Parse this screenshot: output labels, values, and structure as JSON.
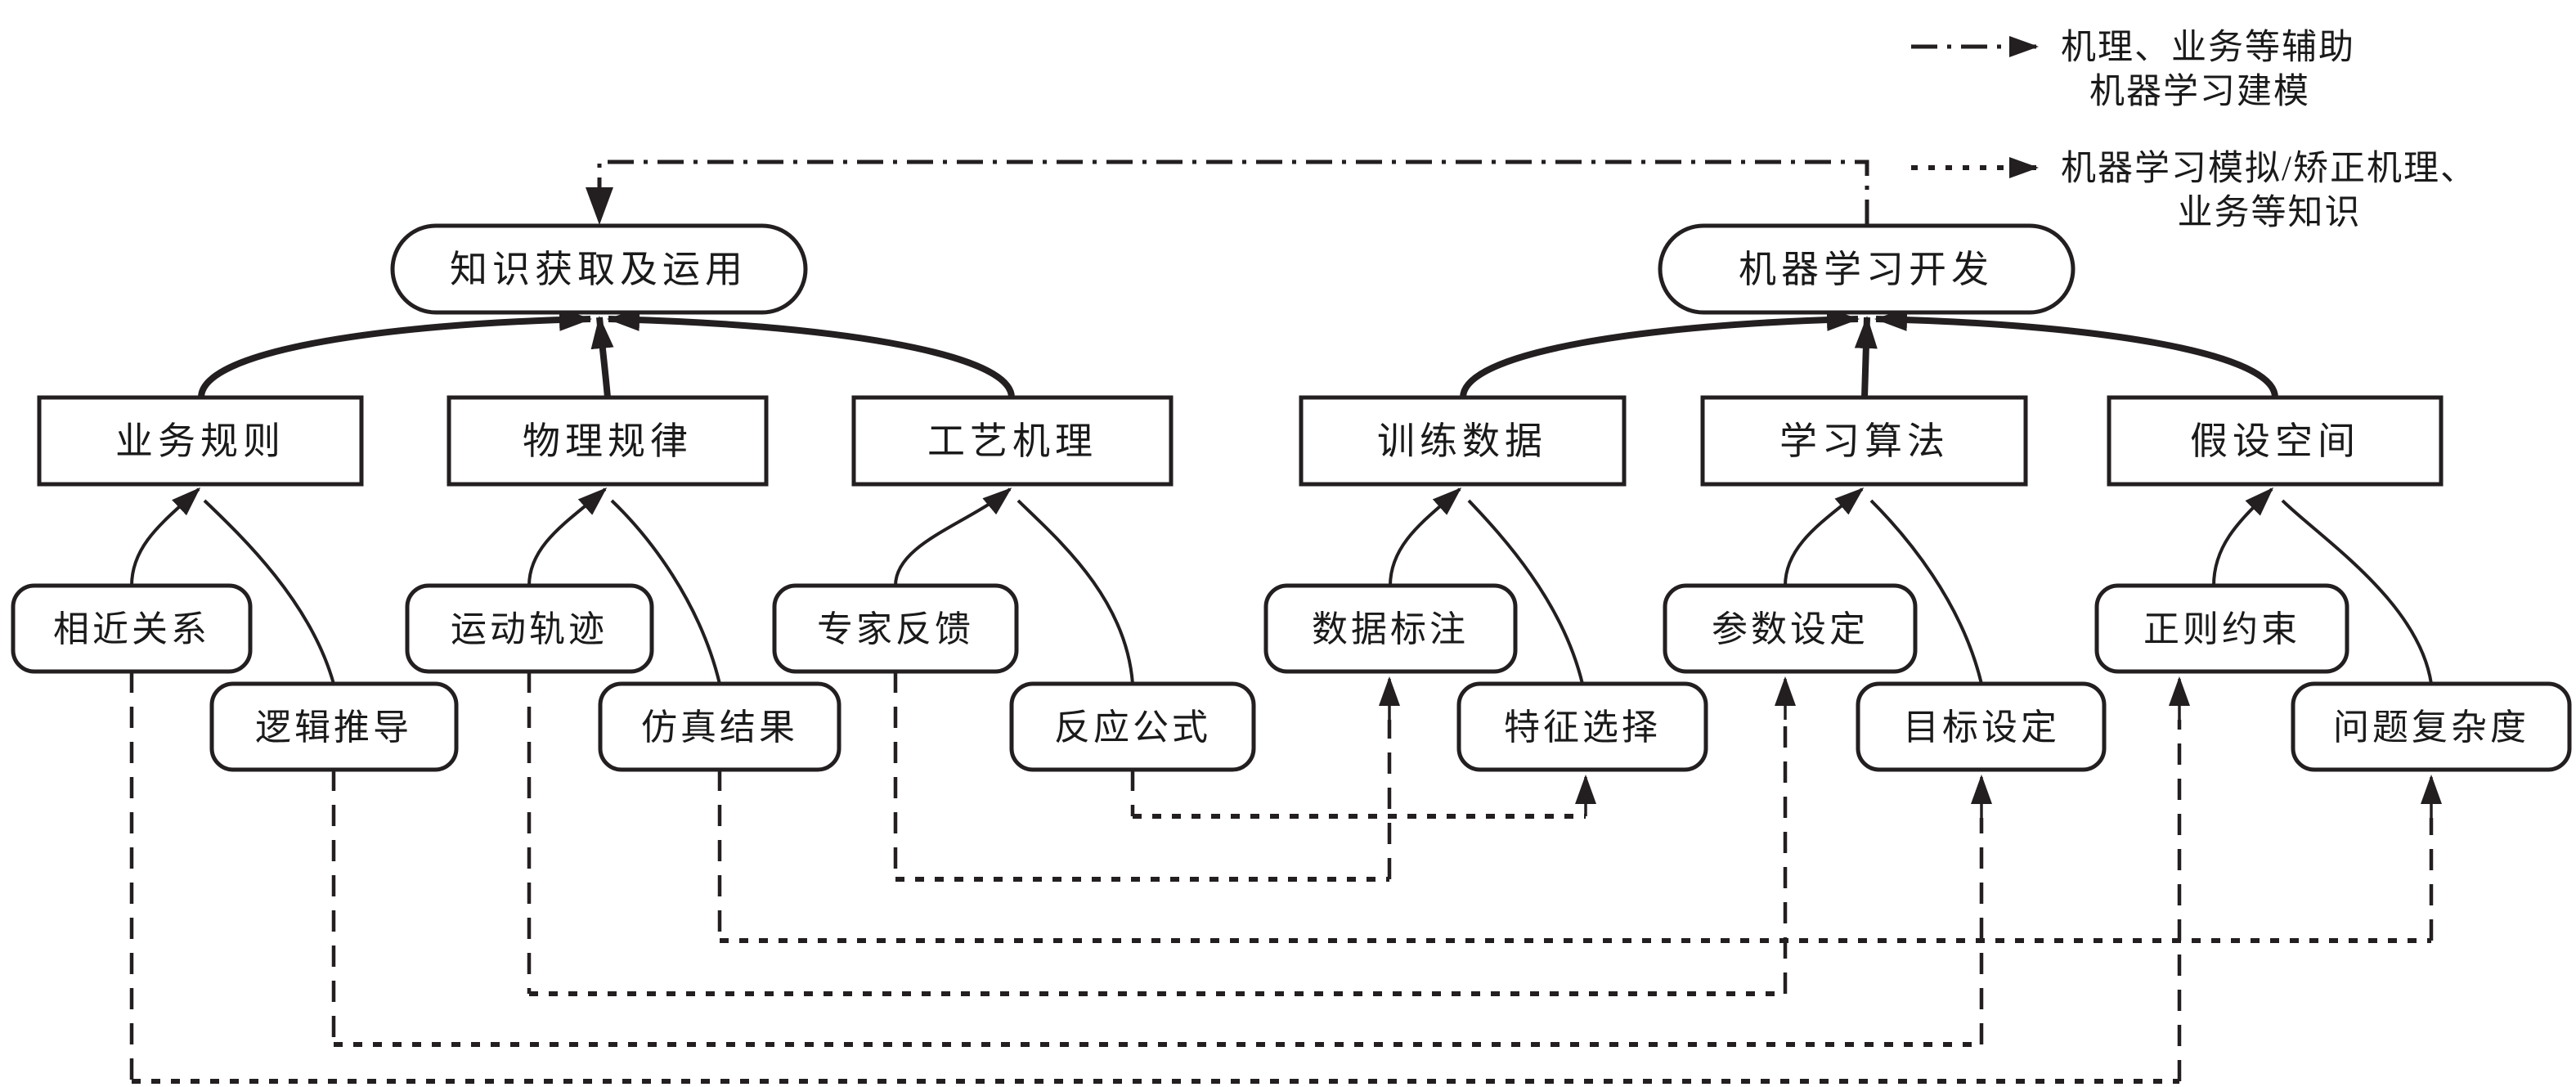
{
  "figure": {
    "description": "Knowledge acquisition and machine learning development diagram",
    "colors": {
      "ink": "#231f20",
      "background": "#ffffff"
    }
  },
  "legend": {
    "items": [
      {
        "style": "dash-dot-arrow",
        "label_line1": "机理、业务等辅助",
        "label_line2": "机器学习建模"
      },
      {
        "style": "dotted-arrow",
        "label_line1": "机器学习模拟/矫正机理、",
        "label_line2": "业务等知识"
      }
    ]
  },
  "nodes": {
    "knowledge_root": "知识获取及运用",
    "ml_root": "机器学习开发",
    "business_rules": "业务规则",
    "physical_laws": "物理规律",
    "process_mechanism": "工艺机理",
    "training_data": "训练数据",
    "learning_algorithm": "学习算法",
    "hypothesis_space": "假设空间",
    "similar_relations": "相近关系",
    "logical_derivation": "逻辑推导",
    "motion_trajectory": "运动轨迹",
    "simulation_results": "仿真结果",
    "expert_feedback": "专家反馈",
    "reaction_formula": "反应公式",
    "data_labeling": "数据标注",
    "feature_selection": "特征选择",
    "parameter_setting": "参数设定",
    "goal_setting": "目标设定",
    "regularization": "正则约束",
    "problem_complexity": "问题复杂度"
  },
  "edges": {
    "solid_tree": [
      [
        "similar_relations",
        "business_rules"
      ],
      [
        "logical_derivation",
        "business_rules"
      ],
      [
        "motion_trajectory",
        "physical_laws"
      ],
      [
        "simulation_results",
        "physical_laws"
      ],
      [
        "expert_feedback",
        "process_mechanism"
      ],
      [
        "reaction_formula",
        "process_mechanism"
      ],
      [
        "business_rules",
        "knowledge_root"
      ],
      [
        "physical_laws",
        "knowledge_root"
      ],
      [
        "process_mechanism",
        "knowledge_root"
      ],
      [
        "data_labeling",
        "training_data"
      ],
      [
        "feature_selection",
        "training_data"
      ],
      [
        "parameter_setting",
        "learning_algorithm"
      ],
      [
        "goal_setting",
        "learning_algorithm"
      ],
      [
        "regularization",
        "hypothesis_space"
      ],
      [
        "problem_complexity",
        "hypothesis_space"
      ],
      [
        "training_data",
        "ml_root"
      ],
      [
        "learning_algorithm",
        "ml_root"
      ],
      [
        "hypothesis_space",
        "ml_root"
      ]
    ],
    "dash_dot": [
      [
        "ml_root",
        "knowledge_root"
      ]
    ],
    "dotted": [
      [
        "similar_relations",
        "regularization"
      ],
      [
        "logical_derivation",
        "goal_setting"
      ],
      [
        "motion_trajectory",
        "parameter_setting"
      ],
      [
        "simulation_results",
        "problem_complexity"
      ],
      [
        "expert_feedback",
        "data_labeling"
      ],
      [
        "reaction_formula",
        "feature_selection"
      ]
    ]
  }
}
